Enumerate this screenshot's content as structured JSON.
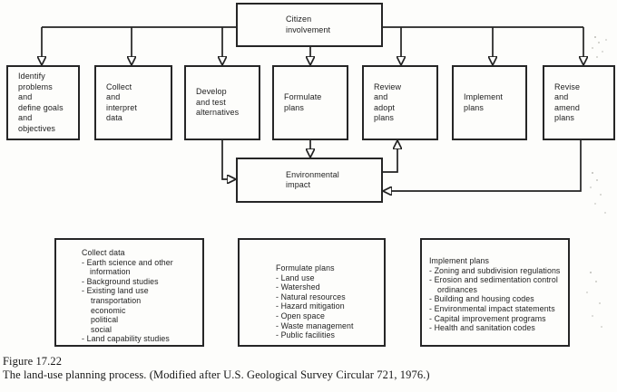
{
  "colors": {
    "ink": "#222222",
    "paper": "#fdfdfb"
  },
  "flow": {
    "top": {
      "label": "Citizen\ninvolvement"
    },
    "stages": [
      {
        "label": "Identify\nproblems\nand\ndefine goals\nand\nobjectives"
      },
      {
        "label": "Collect\nand\ninterpret\ndata"
      },
      {
        "label": "Develop\nand test\nalternatives"
      },
      {
        "label": "Formulate\nplans"
      },
      {
        "label": "Review\nand\nadopt\nplans"
      },
      {
        "label": "Implement\nplans"
      },
      {
        "label": "Revise\nand\namend\nplans"
      }
    ],
    "feedback": {
      "label": "Environmental\nimpact"
    }
  },
  "detail_boxes": [
    {
      "title": "Collect data",
      "items": [
        {
          "text": "- Earth science and other information"
        },
        {
          "text": "- Background studies"
        },
        {
          "text": "- Existing land use"
        },
        {
          "text": "transportation",
          "sub": true
        },
        {
          "text": "economic",
          "sub": true
        },
        {
          "text": "political",
          "sub": true
        },
        {
          "text": "social",
          "sub": true
        },
        {
          "text": "- Land capability studies"
        }
      ]
    },
    {
      "title": "Formulate plans",
      "items": [
        {
          "text": "- Land use"
        },
        {
          "text": "- Watershed"
        },
        {
          "text": "- Natural resources"
        },
        {
          "text": "- Hazard mitigation"
        },
        {
          "text": "- Open space"
        },
        {
          "text": "- Waste management"
        },
        {
          "text": "- Public facilities"
        }
      ]
    },
    {
      "title": "Implement plans",
      "items": [
        {
          "text": "- Zoning and subdivision regulations"
        },
        {
          "text": "- Erosion and sedimentation control ordinances"
        },
        {
          "text": "- Building and housing codes"
        },
        {
          "text": "- Environmental impact statements"
        },
        {
          "text": "- Capital improvement programs"
        },
        {
          "text": "- Health and sanitation codes"
        }
      ]
    }
  ],
  "figure": {
    "caption_label": "Figure 17.22",
    "caption_text": "The land-use planning process. (Modified after U.S. Geological Survey Circular 721, 1976.)"
  }
}
